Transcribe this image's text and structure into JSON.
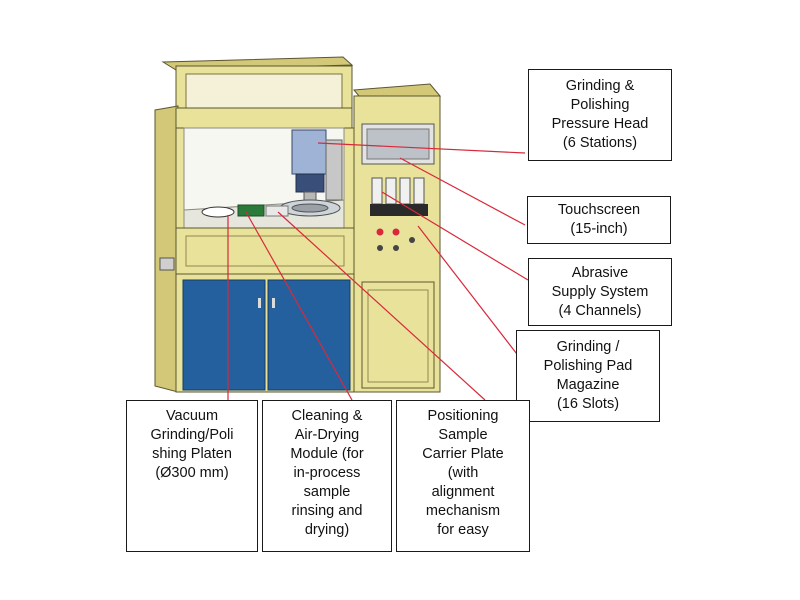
{
  "labels": {
    "pressure_head": [
      "Grinding &",
      "Polishing",
      "Pressure Head",
      "(6 Stations)"
    ],
    "touchscreen": [
      "Touchscreen",
      "(15-inch)"
    ],
    "abrasive": [
      "Abrasive",
      "Supply System",
      "(4 Channels)"
    ],
    "pad_magazine": [
      "Grinding /",
      "Polishing Pad",
      "Magazine",
      "(16 Slots)"
    ],
    "platen": [
      "Vacuum",
      "Grinding/Poli",
      "shing Platen",
      "(Ø300 mm)"
    ],
    "cleaning": [
      "Cleaning &",
      "Air-Drying",
      "Module (for",
      "in-process",
      "sample",
      "rinsing and",
      "drying)"
    ],
    "carrier": [
      "Positioning",
      "Sample",
      "Carrier Plate",
      "(with",
      "alignment",
      "mechanism",
      "for easy"
    ]
  },
  "colors": {
    "cabinet_yellow": "#e9e29a",
    "cabinet_dark_yellow": "#d2c877",
    "door_blue": "#24609e",
    "leader_red": "#d8293a"
  }
}
